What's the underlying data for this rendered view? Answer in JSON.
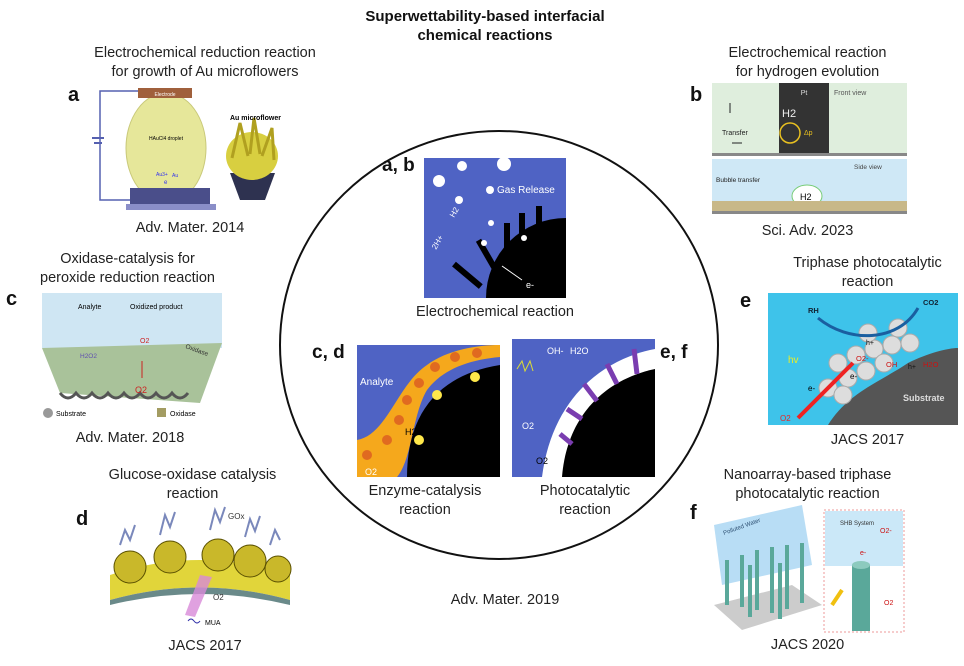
{
  "title": [
    "Superwettability-based interfacial",
    "chemical reactions"
  ],
  "panels": {
    "a": {
      "letter": "a",
      "title": [
        "Electrochemical reduction reaction",
        "for growth of Au microflowers"
      ],
      "citation": "Adv. Mater. 2014",
      "labels": {
        "electrode": "Electrode",
        "droplet": "HAuCl4 droplet",
        "flower": "Au microflower",
        "au3": "Au3+",
        "au": "Au",
        "e": "e"
      }
    },
    "b": {
      "letter": "b",
      "title": [
        "Electrochemical reaction",
        "for hydrogen evolution"
      ],
      "citation": "Sci. Adv. 2023",
      "labels": {
        "pt": "Pt",
        "front": "Front view",
        "h2": "H2",
        "transfer": "Transfer",
        "dp": "Δp",
        "side": "Side view",
        "bubble": "Bubble transfer"
      }
    },
    "c": {
      "letter": "c",
      "title": [
        "Oxidase-catalysis for",
        "peroxide reduction reaction"
      ],
      "citation": "Adv. Mater. 2018",
      "labels": {
        "analyte": "Analyte",
        "oxidized": "Oxidized product",
        "oxidase": "Oxidase",
        "h2o2": "H2O2",
        "o2a": "O2",
        "o2b": "O2",
        "legend_substrate": "Substrate",
        "legend_oxidase": "Oxidase"
      }
    },
    "d": {
      "letter": "d",
      "title": [
        "Glucose-oxidase catalysis",
        "reaction"
      ],
      "citation": "JACS 2017",
      "labels": {
        "gox": "GOx",
        "o2": "O2",
        "mua": "MUA"
      }
    },
    "e": {
      "letter": "e",
      "title": [
        "Triphase photocatalytic",
        "reaction"
      ],
      "citation": "JACS 2017",
      "labels": {
        "rh": "RH",
        "co2": "CO2",
        "hv": "hv",
        "h1": "h+",
        "h2": "h+",
        "o2m": "O2-",
        "oh": "OH",
        "h2o": "H2O",
        "e1": "e-",
        "e2": "e-",
        "o2": "O2",
        "substrate": "Substrate"
      }
    },
    "f": {
      "letter": "f",
      "title": [
        "Nanoarray-based triphase",
        "photocatalytic reaction"
      ],
      "citation": "JACS 2020",
      "labels": {
        "water": "Polluted Water",
        "shb": "SHB System",
        "e": "e-",
        "o2m": "O2-",
        "o2": "O2"
      }
    }
  },
  "center": {
    "citation": "Adv. Mater. 2019",
    "ab": {
      "letter": "a, b",
      "caption": "Electrochemical reaction",
      "labels": {
        "gas": "Gas Release",
        "h2": "H2",
        "h": "2H+",
        "e": "e-"
      }
    },
    "cd": {
      "letter": "c, d",
      "caption": [
        "Enzyme-catalysis",
        "reaction"
      ],
      "labels": {
        "analyte": "Analyte",
        "h2o2": "H2O2",
        "o2": "O2"
      }
    },
    "ef": {
      "letter": "e, f",
      "caption": [
        "Photocatalytic",
        "reaction"
      ],
      "labels": {
        "oh": "OH-",
        "h2o": "H2O",
        "o2a": "O2",
        "o2b": "O2"
      }
    }
  }
}
